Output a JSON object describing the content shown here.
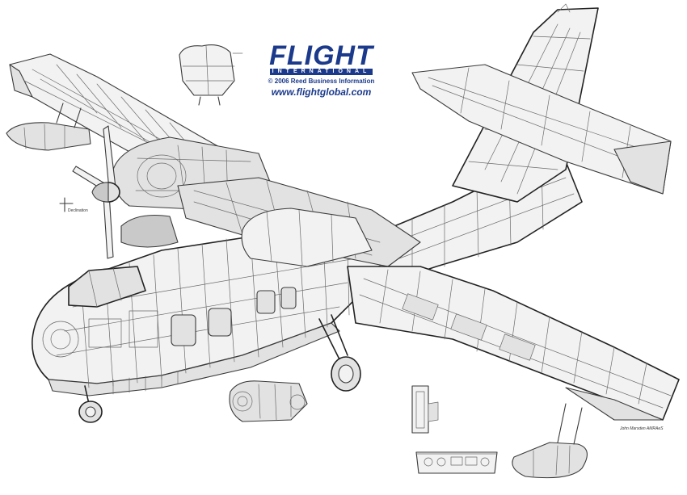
{
  "logo": {
    "word": "FLIGHT",
    "sub": "INTERNATIONAL",
    "copyright": "© 2006 Reed Business Information",
    "url": "www.flightglobal.com",
    "brand_color": "#1b3a8c"
  },
  "annotations": {
    "artist_credit": "John Marsden AMRAeS",
    "declination": "Declination"
  },
  "illustration": {
    "subject": "amphibious-aircraft-cutaway",
    "line_color": "#3a3a3a"
  }
}
